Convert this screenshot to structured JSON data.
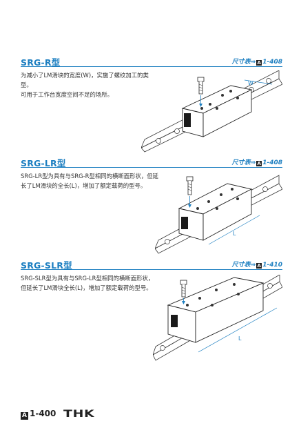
{
  "sections": [
    {
      "title": "SRG-R型",
      "ref_prefix": "尺寸表⇒",
      "ref_box": "A",
      "ref_page": "1-408",
      "desc": [
        "为减小了LM滑块的宽度(W)，实施了螺纹加工的类型。",
        "可用于工作台宽度空间不足的场所。"
      ],
      "dim_label": "W"
    },
    {
      "title": "SRG-LR型",
      "ref_prefix": "尺寸表⇒",
      "ref_box": "A",
      "ref_page": "1-408",
      "desc": [
        "SRG-LR型为具有与SRG-R型相同的横断面形状，但延长了LM滑块的全长(L)，增加了额定载荷的型号。"
      ],
      "dim_label": "L"
    },
    {
      "title": "SRG-SLR型",
      "ref_prefix": "尺寸表⇒",
      "ref_box": "A",
      "ref_page": "1-410",
      "desc": [
        "SRG-SLR型为具有与SRG-LR型相同的横断面形状，但延长了LM滑块全长(L)，增加了额定载荷的型号。"
      ],
      "dim_label": "L"
    }
  ],
  "footer": {
    "page_box": "A",
    "page": "1-400",
    "logo_text": "THK"
  }
}
